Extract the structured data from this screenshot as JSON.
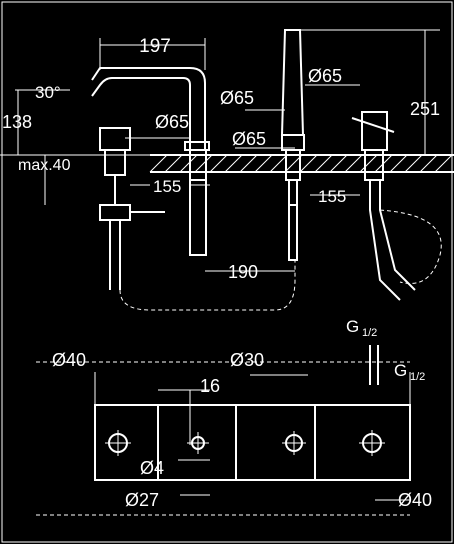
{
  "dimensions": {
    "spout_reach": "197",
    "spout_angle": "30°",
    "base_to_spout_height": "138",
    "max_deck_thickness": "max.40",
    "spout_base_diameter": "Ø65",
    "spout_base_diameter_2": "Ø65",
    "handle_base_diameter": "Ø65",
    "handshower_diameter": "Ø65",
    "overall_height": "251",
    "center_spacing_left": "155",
    "center_spacing_right": "155",
    "hose_connection_distance": "190",
    "hose_connection_thread": "G",
    "hose_connection_thread_fraction": "1/2",
    "supply_connection_thread": "G",
    "supply_connection_thread_fraction": "1/2",
    "hole_diameter_outer_left": "Ø40",
    "hole_diameter_middle": "Ø30",
    "hole_spacing_small": "16",
    "pin_hole_diameter": "Ø4",
    "hole_diameter_spout": "Ø27",
    "hole_diameter_outer_right": "Ø40"
  }
}
